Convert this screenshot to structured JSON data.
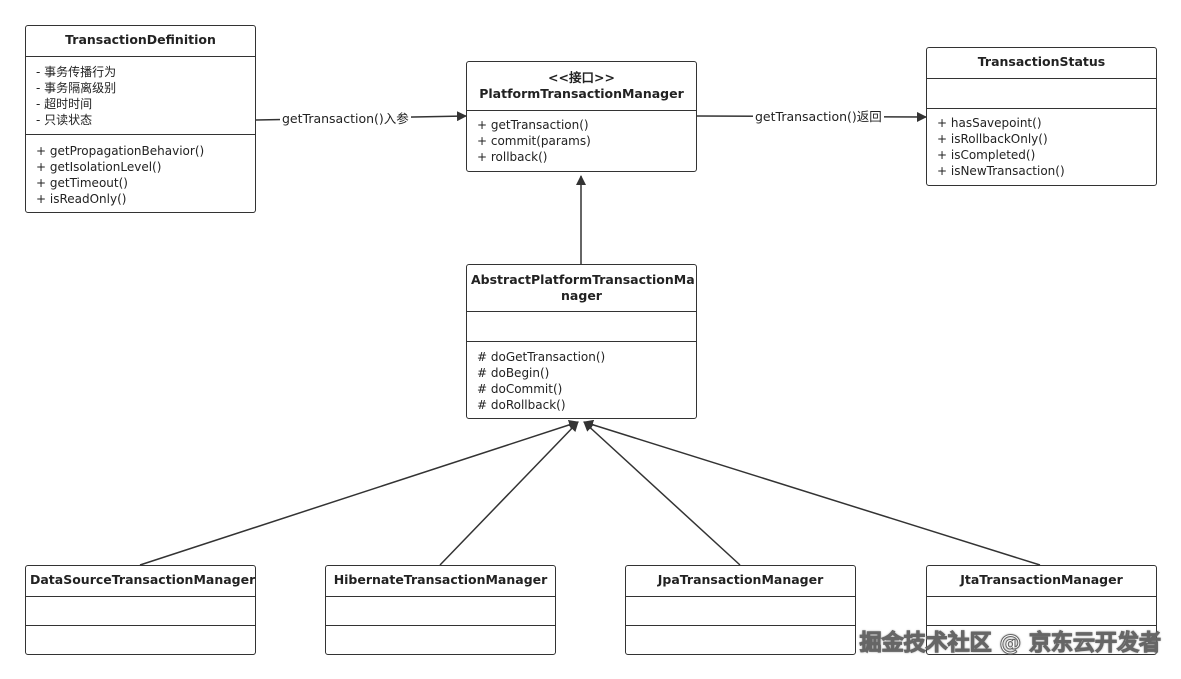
{
  "diagram": {
    "transaction_definition": {
      "title": "TransactionDefinition",
      "attributes": [
        "- 事务传播行为",
        "- 事务隔离级别",
        "- 超时时间",
        "- 只读状态"
      ],
      "methods": [
        "+ getPropagationBehavior()",
        "+ getIsolationLevel()",
        "+ getTimeout()",
        "+ isReadOnly()"
      ]
    },
    "platform_tm": {
      "stereotype": "<<接口>>",
      "title": "PlatformTransactionManager",
      "methods": [
        "+ getTransaction()",
        "+ commit(params)",
        "+ rollback()"
      ]
    },
    "transaction_status": {
      "title": "TransactionStatus",
      "methods": [
        "+ hasSavepoint()",
        "+ isRollbackOnly()",
        "+ isCompleted()",
        "+ isNewTransaction()"
      ]
    },
    "abstract_tm": {
      "title_line1": "AbstractPlatformTransactionMa",
      "title_line2": "nager",
      "methods": [
        "# doGetTransaction()",
        "# doBegin()",
        "# doCommit()",
        "# doRollback()"
      ]
    },
    "datasource_tm": {
      "title": "DataSourceTransactionManager"
    },
    "hibernate_tm": {
      "title": "HibernateTransactionManager"
    },
    "jpa_tm": {
      "title": "JpaTransactionManager"
    },
    "jta_tm": {
      "title": "JtaTransactionManager"
    },
    "edges": {
      "def_to_platform_label": "getTransaction()入参",
      "platform_to_status_label": "getTransaction()返回"
    },
    "colors": {
      "line": "#333333",
      "fill": "#ffffff"
    }
  },
  "watermark": "掘金技术社区 @ 京东云开发者"
}
